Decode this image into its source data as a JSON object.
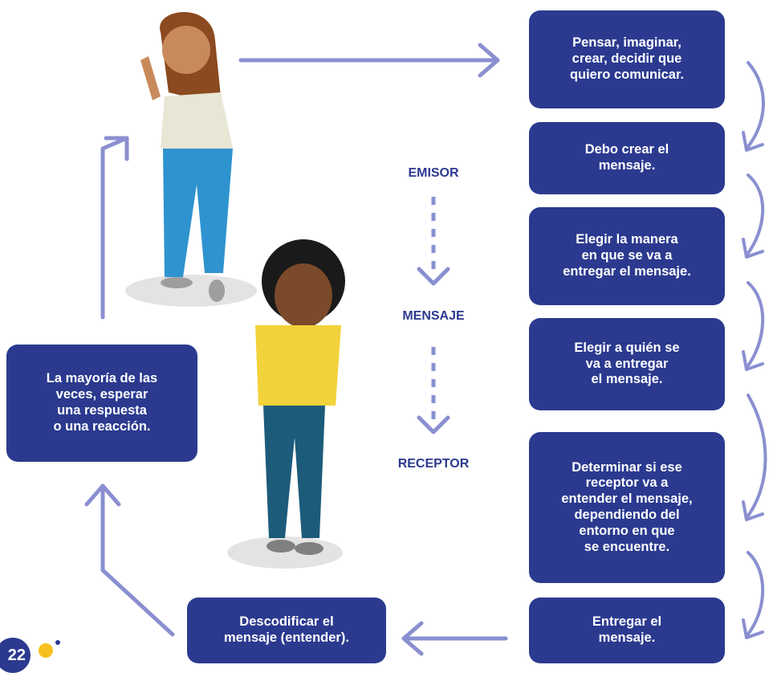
{
  "flow_labels": {
    "emisor": "EMISOR",
    "mensaje": "MENSAJE",
    "receptor": "RECEPTOR"
  },
  "steps": [
    "Pensar, imaginar,\ncrear, decidir que\nquiero comunicar.",
    "Debo crear el\nmensaje.",
    "Elegir la manera\nen que se va a\nentregar el mensaje.",
    "Elegir a quién se\nva a entregar\nel mensaje.",
    "Determinar si ese\nreceptor va a\nentender el mensaje,\ndependiendo del\nentorno en que\nse encuentre.",
    "Entregar el\nmensaje.",
    "Descodificar el\nmensaje (entender).",
    "La mayoría de las\nveces, esperar\nuna respuesta\no una reacción."
  ],
  "page_number": "22",
  "colors": {
    "box": "#2b3a8f",
    "arrow": "#8a8fd0",
    "label": "#2b3a8f",
    "accent_yellow": "#f6c11e"
  }
}
